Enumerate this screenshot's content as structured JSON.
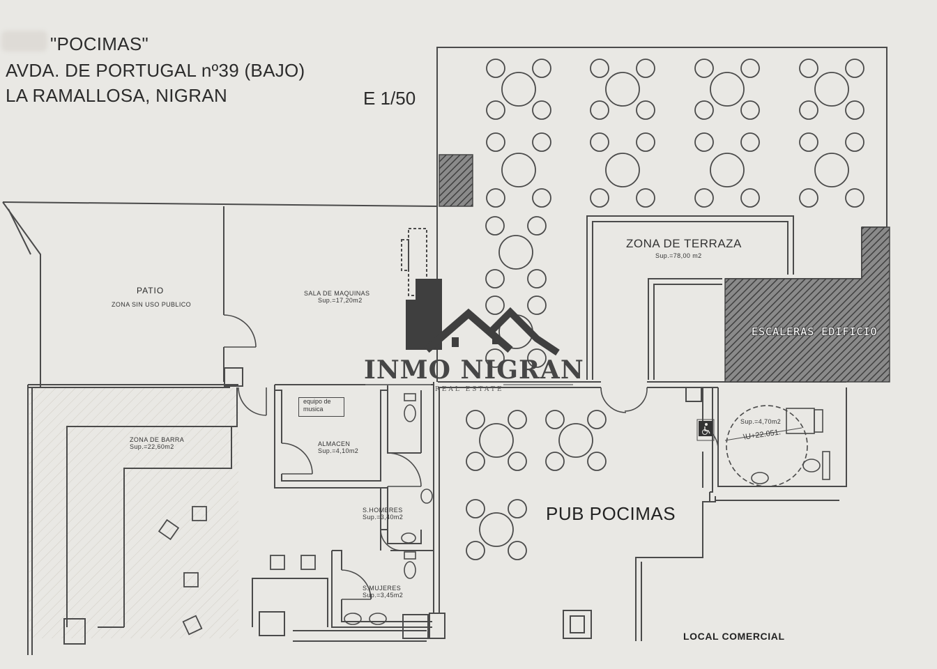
{
  "header": {
    "name": "\"POCIMAS\"",
    "address_line1": "AVDA. DE PORTUGAL nº39 (BAJO)",
    "address_line2": "LA RAMALLOSA, NIGRAN",
    "scale": "E 1/50"
  },
  "rooms": {
    "terraza_name": "ZONA DE TERRAZA",
    "terraza_area": "Sup.=78,00 m2",
    "patio_name": "PATIO",
    "patio_sub": "ZONA SIN USO PUBLICO",
    "maquinas_name": "SALA DE MAQUINAS",
    "maquinas_area": "Sup.=17,20m2",
    "stairs": "ESCALERAS EDIFICIO",
    "barra_name": "ZONA DE BARRA",
    "barra_area": "Sup.=22,60m2",
    "equipo_line1": "equipo de",
    "equipo_line2": "musica",
    "almacen_name": "ALMACEN",
    "almacen_area": "Sup.=4,10m2",
    "hombres_name": "S.HOMBRES",
    "hombres_area": "Sup.=3,40m2",
    "mujeres_name": "S.MUJERES",
    "mujeres_area": "Sup.=3,45m2",
    "accesible_area": "Sup.=4,70m2",
    "accesible_dim": "\\U+22.051.",
    "pub": "PUB POCIMAS",
    "local": "LOCAL COMERCIAL"
  },
  "watermark": {
    "brand": "INMO NIGRAN",
    "tagline": "REAL ESTATE"
  },
  "colors": {
    "paper": "#e9e8e4",
    "line": "#4a4a4a",
    "hatch": "#5a5a5a"
  },
  "icons": {
    "wheelchair": "accessibility-icon"
  }
}
